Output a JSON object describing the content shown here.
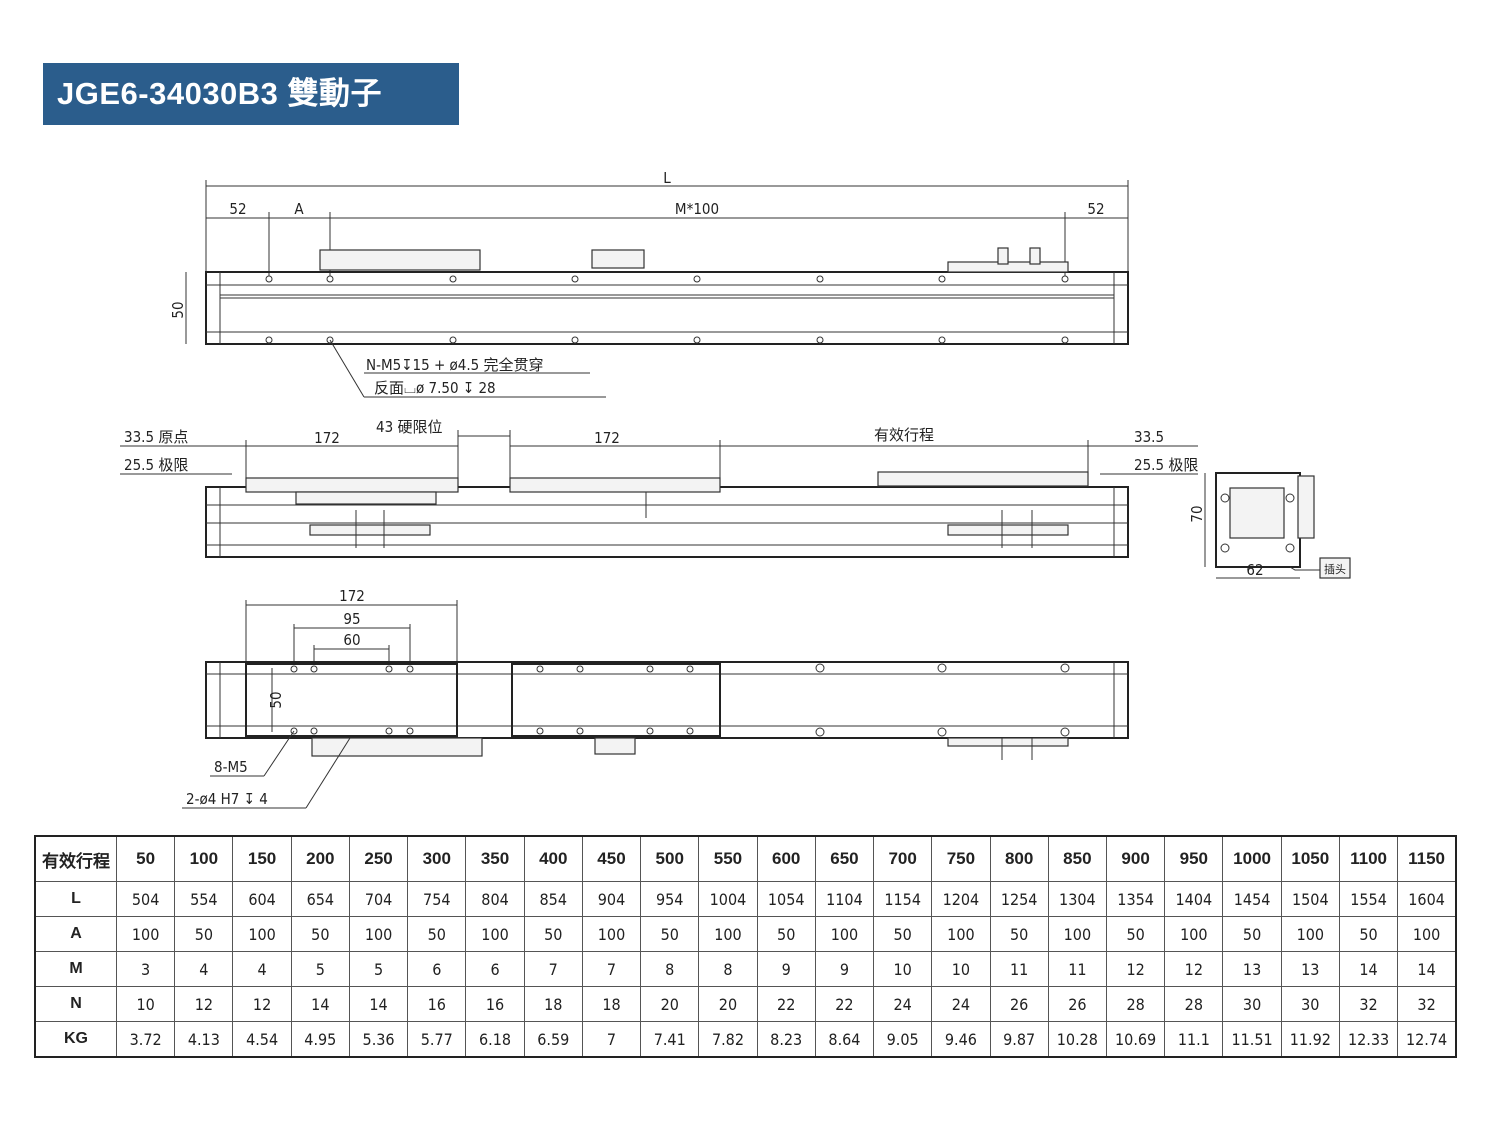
{
  "title": "JGE6-34030B3 雙動子",
  "top_view": {
    "dim_L": "L",
    "dim_left_52": "52",
    "dim_A": "A",
    "dim_M": "M*100",
    "dim_right_52": "52",
    "dim_height": "50",
    "note_line1": "N-M5↧15 + ø4.5 完全贯穿",
    "note_line2": "反面⌴ø 7.50 ↧ 28"
  },
  "side_view": {
    "left_origin": "33.5 原点",
    "left_limit": "25.5 极限",
    "dim_172_left": "172",
    "hard_limit": "43 硬限位",
    "dim_172_right": "172",
    "stroke": "有效行程",
    "right_335": "33.5",
    "right_limit": "25.5 极限"
  },
  "end_view": {
    "dim_height": "70",
    "dim_width": "62",
    "connector": "插头"
  },
  "carriage_view": {
    "dim_172": "172",
    "dim_95": "95",
    "dim_60": "60",
    "dim_50": "50",
    "holes": "8-M5",
    "pins": "2-ø4 H7 ↧ 4"
  },
  "table": {
    "headers": [
      "有效行程",
      "50",
      "100",
      "150",
      "200",
      "250",
      "300",
      "350",
      "400",
      "450",
      "500",
      "550",
      "600",
      "650",
      "700",
      "750",
      "800",
      "850",
      "900",
      "950",
      "1000",
      "1050",
      "1100",
      "1150"
    ],
    "rows": [
      [
        "L",
        "504",
        "554",
        "604",
        "654",
        "704",
        "754",
        "804",
        "854",
        "904",
        "954",
        "1004",
        "1054",
        "1104",
        "1154",
        "1204",
        "1254",
        "1304",
        "1354",
        "1404",
        "1454",
        "1504",
        "1554",
        "1604"
      ],
      [
        "A",
        "100",
        "50",
        "100",
        "50",
        "100",
        "50",
        "100",
        "50",
        "100",
        "50",
        "100",
        "50",
        "100",
        "50",
        "100",
        "50",
        "100",
        "50",
        "100",
        "50",
        "100",
        "50",
        "100"
      ],
      [
        "M",
        "3",
        "4",
        "4",
        "5",
        "5",
        "6",
        "6",
        "7",
        "7",
        "8",
        "8",
        "9",
        "9",
        "10",
        "10",
        "11",
        "11",
        "12",
        "12",
        "13",
        "13",
        "14",
        "14"
      ],
      [
        "N",
        "10",
        "12",
        "12",
        "14",
        "14",
        "16",
        "16",
        "18",
        "18",
        "20",
        "20",
        "22",
        "22",
        "24",
        "24",
        "26",
        "26",
        "28",
        "28",
        "30",
        "30",
        "32",
        "32"
      ],
      [
        "KG",
        "3.72",
        "4.13",
        "4.54",
        "4.95",
        "5.36",
        "5.77",
        "6.18",
        "6.59",
        "7",
        "7.41",
        "7.82",
        "8.23",
        "8.64",
        "9.05",
        "9.46",
        "9.87",
        "10.28",
        "10.69",
        "11.1",
        "11.51",
        "11.92",
        "12.33",
        "12.74"
      ]
    ]
  },
  "colors": {
    "banner": "#2b5d8c",
    "banner_text": "#ffffff"
  }
}
